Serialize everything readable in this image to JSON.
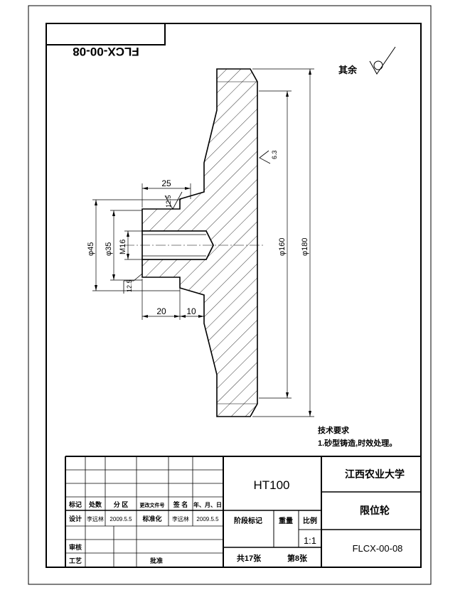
{
  "header": {
    "drawing_no_mirrored": "FLCX-00-08"
  },
  "surface": {
    "other_label": "其余"
  },
  "dimensions": {
    "d25": "25",
    "d20": "20",
    "d10": "10",
    "r12_5_top": "12.5",
    "r12_5_bot": "12.5",
    "r6_3": "6.3",
    "phi45": "φ45",
    "phi35": "φ35",
    "m16": "M16",
    "phi160": "φ160",
    "phi180": "φ180"
  },
  "notes": {
    "title": "技术要求",
    "line1": "1.砂型铸造,时效处理。"
  },
  "title_block": {
    "material": "HT100",
    "school": "江西农业大学",
    "part_name": "限位轮",
    "drawing_no": "FLCX-00-08",
    "scale_label": "比例",
    "scale": "1:1",
    "stage_label": "阶段标记",
    "weight_label": "重量",
    "total_sheets": "共17张",
    "sheet_no": "第8张",
    "rev": {
      "mark": "标记",
      "count": "处数",
      "zone": "分 区",
      "doc": "更改文件号",
      "sign": "签 名",
      "date": "年、月、日"
    },
    "design_label": "设计",
    "designer": "李远林",
    "design_date": "2009.5.5",
    "std_label": "标准化",
    "std_person": "李远林",
    "std_date": "2009.5.5",
    "review_label": "审核",
    "process_label": "工艺",
    "approve_label": "批准"
  }
}
